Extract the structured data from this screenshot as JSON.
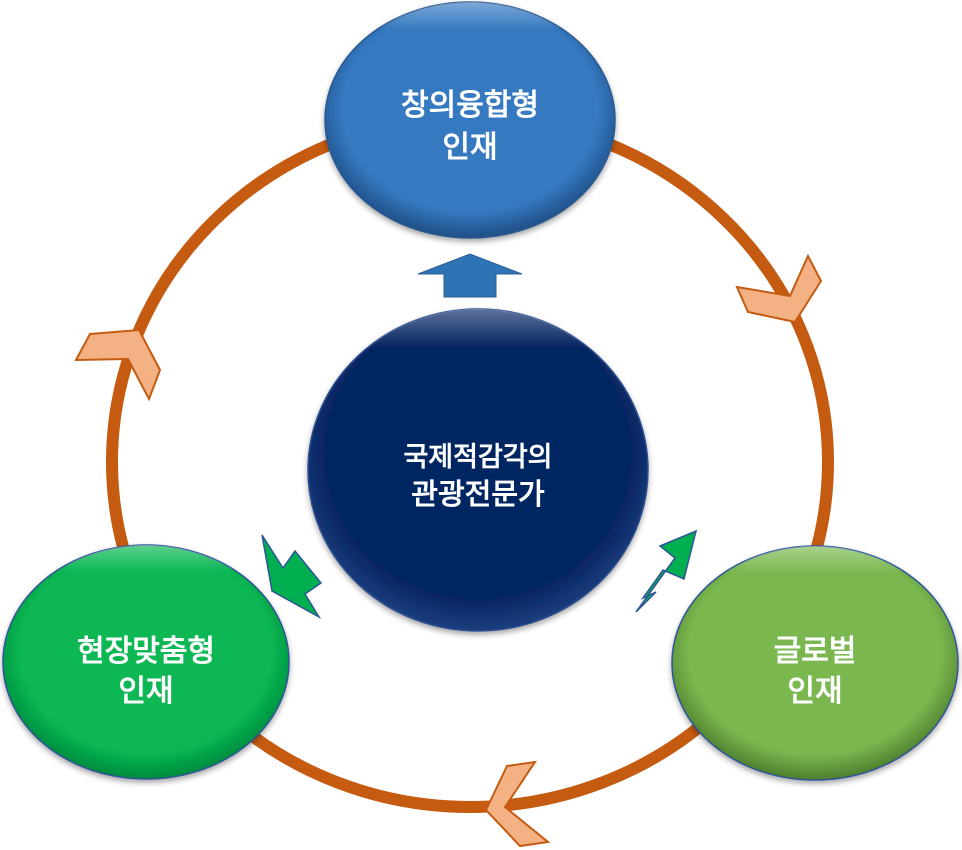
{
  "diagram": {
    "type": "cycle",
    "center": {
      "line1": "국제적감각의",
      "line2": "관광전문가",
      "color": "#062562"
    },
    "nodes": [
      {
        "id": "creative",
        "line1": "창의융합형",
        "line2": "인재",
        "color": "#3579C1"
      },
      {
        "id": "global",
        "line1": "글로벌",
        "line2": "인재",
        "color": "#7AB84F"
      },
      {
        "id": "field",
        "line1": "현장맞춤형",
        "line2": "인재",
        "color": "#07B752"
      }
    ],
    "cycle_color": "#C55A11",
    "cycle_arrow_color": "#F4B183",
    "center_arrow_colors": {
      "up": "#2E74B5",
      "down": "#00B050"
    },
    "cycle_direction": "clockwise"
  }
}
